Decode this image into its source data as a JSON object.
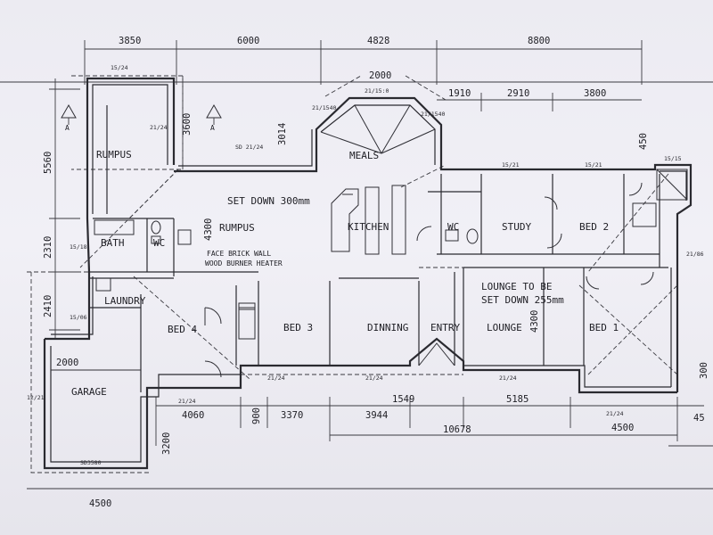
{
  "rooms": {
    "rumpus_upper": "RUMPUS",
    "rumpus_main": "RUMPUS",
    "bath": "BATH",
    "wc_left": "WC",
    "laundry": "LAUNDRY",
    "garage": "GARAGE",
    "bed4": "BED 4",
    "bed3": "BED 3",
    "dinning": "DINNING",
    "entry": "ENTRY",
    "lounge": "LOUNGE",
    "bed1": "BED 1",
    "kitchen": "KITCHEN",
    "meals": "MEALS",
    "wc_right": "WC",
    "study": "STUDY",
    "bed2": "BED 2"
  },
  "notes": {
    "set_down": "SET DOWN 300mm",
    "face_brick": "FACE BRICK WALL",
    "wood_burner": "WOOD BURNER HEATER",
    "lounge_set_down_1": "LOUNGE TO BE",
    "lounge_set_down_2": "SET DOWN 255mm",
    "sd": "SD 21/24",
    "section_a1": "A",
    "section_a2": "A"
  },
  "dims_top": [
    "3850",
    "6000",
    "4828",
    "8800"
  ],
  "dims_sub": [
    "2000",
    "1910",
    "2910",
    "3800"
  ],
  "dims_left": [
    "5560",
    "2310",
    "2410"
  ],
  "dims_inner": [
    "3600",
    "3014",
    "4300",
    "4300",
    "450",
    "2000",
    "3200"
  ],
  "dims_bottom": [
    "4060",
    "900",
    "3370",
    "3944",
    "1549",
    "5185",
    "10678",
    "4500",
    "45",
    "4500",
    "300"
  ],
  "small_marks": [
    "15/24",
    "21/24",
    "21/15:0",
    "21/1540",
    "21/1540",
    "15/21",
    "15/21",
    "15/15",
    "15/18",
    "15/06",
    "21/24",
    "21/24",
    "21/24",
    "21/24",
    "21/24",
    "SD3580",
    "12/21",
    "21/86"
  ]
}
